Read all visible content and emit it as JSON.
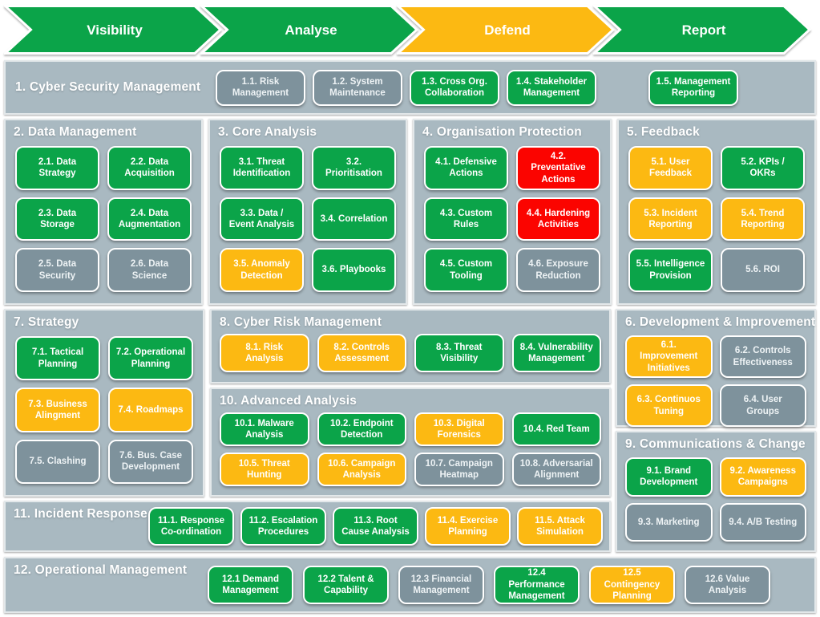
{
  "status_colors": {
    "ok": "#0ba449",
    "warn": "#fcb912",
    "bad": "#fb0400",
    "na": "#7e929c"
  },
  "palette": {
    "page_bg": "#ffffff",
    "panel_bg": "#a9b9c1",
    "panel_border": "#e3e8ea",
    "card_border": "#ffffff",
    "card_text": "#ffffff",
    "na_card_text": "#eef3f5",
    "title_text": "#ffffff"
  },
  "arrows": [
    {
      "label": "Visibility",
      "status": "ok"
    },
    {
      "label": "Analyse",
      "status": "ok"
    },
    {
      "label": "Defend",
      "status": "warn"
    },
    {
      "label": "Report",
      "status": "ok"
    }
  ],
  "sections": {
    "s1": {
      "title": "1. Cyber Security Management",
      "items": [
        {
          "label": "1.1. Risk Management",
          "status": "na"
        },
        {
          "label": "1.2. System Maintenance",
          "status": "na"
        },
        {
          "label": "1.3. Cross Org. Collaboration",
          "status": "ok"
        },
        {
          "label": "1.4. Stakeholder Management",
          "status": "ok"
        },
        {
          "label": "1.5. Management Reporting",
          "status": "ok"
        }
      ]
    },
    "s2": {
      "title": "2. Data Management",
      "items": [
        {
          "label": "2.1. Data Strategy",
          "status": "ok"
        },
        {
          "label": "2.2. Data Acquisition",
          "status": "ok"
        },
        {
          "label": "2.3. Data Storage",
          "status": "ok"
        },
        {
          "label": "2.4. Data Augmentation",
          "status": "ok"
        },
        {
          "label": "2.5. Data Security",
          "status": "na"
        },
        {
          "label": "2.6. Data Science",
          "status": "na"
        }
      ]
    },
    "s3": {
      "title": "3. Core Analysis",
      "items": [
        {
          "label": "3.1. Threat Identification",
          "status": "ok"
        },
        {
          "label": "3.2. Prioritisation",
          "status": "ok"
        },
        {
          "label": "3.3. Data / Event Analysis",
          "status": "ok"
        },
        {
          "label": "3.4. Correlation",
          "status": "ok"
        },
        {
          "label": "3.5. Anomaly Detection",
          "status": "warn"
        },
        {
          "label": "3.6. Playbooks",
          "status": "ok"
        }
      ]
    },
    "s4": {
      "title": "4. Organisation Protection",
      "items": [
        {
          "label": "4.1. Defensive Actions",
          "status": "ok"
        },
        {
          "label": "4.2. Preventative Actions",
          "status": "bad"
        },
        {
          "label": "4.3. Custom Rules",
          "status": "ok"
        },
        {
          "label": "4.4. Hardening Activities",
          "status": "bad"
        },
        {
          "label": "4.5. Custom Tooling",
          "status": "ok"
        },
        {
          "label": "4.6. Exposure Reduction",
          "status": "na"
        }
      ]
    },
    "s5": {
      "title": "5. Feedback",
      "items": [
        {
          "label": "5.1. User Feedback",
          "status": "warn"
        },
        {
          "label": "5.2. KPIs / OKRs",
          "status": "ok"
        },
        {
          "label": "5.3. Incident Reporting",
          "status": "warn"
        },
        {
          "label": "5.4. Trend Reporting",
          "status": "warn"
        },
        {
          "label": "5.5. Intelligence Provision",
          "status": "ok"
        },
        {
          "label": "5.6. ROI",
          "status": "na"
        }
      ]
    },
    "s7": {
      "title": "7. Strategy",
      "items": [
        {
          "label": "7.1. Tactical Planning",
          "status": "ok"
        },
        {
          "label": "7.2. Operational Planning",
          "status": "ok"
        },
        {
          "label": "7.3. Business Alingment",
          "status": "warn"
        },
        {
          "label": "7.4. Roadmaps",
          "status": "warn"
        },
        {
          "label": "7.5. Clashing",
          "status": "na"
        },
        {
          "label": "7.6. Bus. Case Development",
          "status": "na"
        }
      ]
    },
    "s8": {
      "title": "8. Cyber Risk Management",
      "items": [
        {
          "label": "8.1. Risk Analysis",
          "status": "warn"
        },
        {
          "label": "8.2. Controls Assessment",
          "status": "warn"
        },
        {
          "label": "8.3. Threat Visibility",
          "status": "ok"
        },
        {
          "label": "8.4. Vulnerability Management",
          "status": "ok"
        }
      ]
    },
    "s10": {
      "title": "10. Advanced Analysis",
      "items": [
        {
          "label": "10.1. Malware Analysis",
          "status": "ok"
        },
        {
          "label": "10.2. Endpoint Detection",
          "status": "ok"
        },
        {
          "label": "10.3. Digital Forensics",
          "status": "warn"
        },
        {
          "label": "10.4. Red Team",
          "status": "ok"
        },
        {
          "label": "10.5. Threat Hunting",
          "status": "warn"
        },
        {
          "label": "10.6. Campaign Analysis",
          "status": "warn"
        },
        {
          "label": "10.7. Campaign Heatmap",
          "status": "na"
        },
        {
          "label": "10.8. Adversarial Alignment",
          "status": "na"
        }
      ]
    },
    "s6": {
      "title": "6. Development & Improvement",
      "items": [
        {
          "label": "6.1. Improvement Initiatives",
          "status": "warn"
        },
        {
          "label": "6.2. Controls Effectiveness",
          "status": "na"
        },
        {
          "label": "6.3. Continuos Tuning",
          "status": "warn"
        },
        {
          "label": "6.4. User Groups",
          "status": "na"
        }
      ]
    },
    "s9": {
      "title": "9. Communications & Change",
      "items": [
        {
          "label": "9.1. Brand Development",
          "status": "ok"
        },
        {
          "label": "9.2. Awareness Campaigns",
          "status": "warn"
        },
        {
          "label": "9.3. Marketing",
          "status": "na"
        },
        {
          "label": "9.4. A/B Testing",
          "status": "na"
        }
      ]
    },
    "s11": {
      "title": "11. Incident Response",
      "items": [
        {
          "label": "11.1. Response Co-ordination",
          "status": "ok"
        },
        {
          "label": "11.2. Escalation Procedures",
          "status": "ok"
        },
        {
          "label": "11.3. Root Cause Analysis",
          "status": "ok"
        },
        {
          "label": "11.4. Exercise Planning",
          "status": "warn"
        },
        {
          "label": "11.5. Attack Simulation",
          "status": "warn"
        }
      ]
    },
    "s12": {
      "title": "12. Operational Management",
      "items": [
        {
          "label": "12.1 Demand Management",
          "status": "ok"
        },
        {
          "label": "12.2 Talent & Capability",
          "status": "ok"
        },
        {
          "label": "12.3 Financial Management",
          "status": "na"
        },
        {
          "label": "12.4 Performance Management",
          "status": "ok"
        },
        {
          "label": "12.5 Contingency Planning",
          "status": "warn"
        },
        {
          "label": "12.6 Value Analysis",
          "status": "na"
        }
      ]
    }
  }
}
